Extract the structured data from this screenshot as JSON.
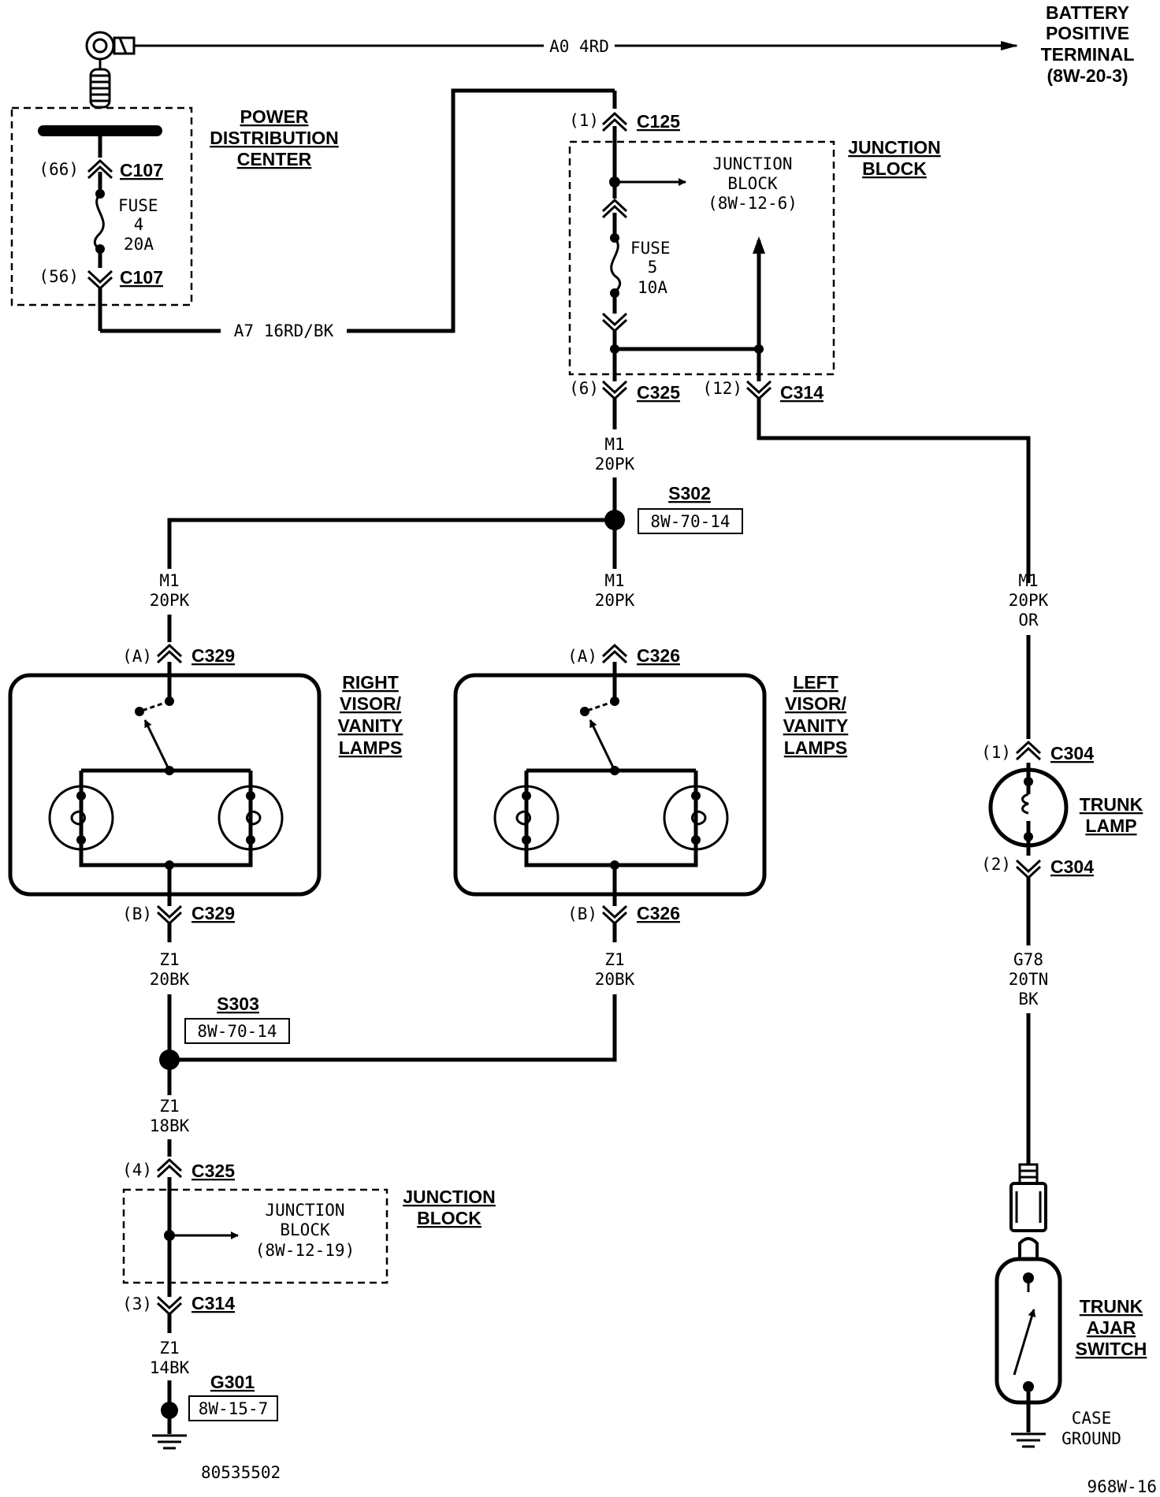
{
  "battery": {
    "l1": "BATTERY",
    "l2": "POSITIVE",
    "l3": "TERMINAL",
    "l4": "(8W-20-3)"
  },
  "wires": {
    "a0": "A0 4RD",
    "a7": "A7 16RD/BK",
    "m1_top_a": "M1",
    "m1_top_b": "20PK",
    "m1_left_a": "M1",
    "m1_left_b": "20PK",
    "m1_mid_a": "M1",
    "m1_mid_b": "20PK",
    "m1_right_a": "M1",
    "m1_right_b": "20PK",
    "m1_right_c": "OR",
    "z1_left_a": "Z1",
    "z1_left_b": "20BK",
    "z1_mid_a": "Z1",
    "z1_mid_b": "20BK",
    "z1_18_a": "Z1",
    "z1_18_b": "18BK",
    "z1_14_a": "Z1",
    "z1_14_b": "14BK",
    "g78_a": "G78",
    "g78_b": "20TN",
    "g78_c": "BK"
  },
  "pdc": {
    "l1": "POWER",
    "l2": "DISTRIBUTION",
    "l3": "CENTER",
    "pin_top": "(66)",
    "conn_top": "C107",
    "fuse_l1": "FUSE",
    "fuse_l2": "4",
    "fuse_l3": "20A",
    "pin_bot": "(56)",
    "conn_bot": "C107"
  },
  "jb_top": {
    "l1": "JUNCTION",
    "l2": "BLOCK",
    "pin_c125": "(1)",
    "conn_c125": "C125",
    "inner_l1": "JUNCTION",
    "inner_l2": "BLOCK",
    "inner_l3": "(8W-12-6)",
    "fuse_l1": "FUSE",
    "fuse_l2": "5",
    "fuse_l3": "10A",
    "pin_c325": "(6)",
    "conn_c325": "C325",
    "pin_c314": "(12)",
    "conn_c314": "C314"
  },
  "s302": {
    "name": "S302",
    "ref": "8W-70-14"
  },
  "right_visor": {
    "l1": "RIGHT",
    "l2": "VISOR/",
    "l3": "VANITY",
    "l4": "LAMPS",
    "pin_a": "(A)",
    "conn_a": "C329",
    "pin_b": "(B)",
    "conn_b": "C329"
  },
  "left_visor": {
    "l1": "LEFT",
    "l2": "VISOR/",
    "l3": "VANITY",
    "l4": "LAMPS",
    "pin_a": "(A)",
    "conn_a": "C326",
    "pin_b": "(B)",
    "conn_b": "C326"
  },
  "trunk_lamp": {
    "l1": "TRUNK",
    "l2": "LAMP",
    "pin_1": "(1)",
    "conn_1": "C304",
    "pin_2": "(2)",
    "conn_2": "C304"
  },
  "s303": {
    "name": "S303",
    "ref": "8W-70-14"
  },
  "jb_bottom": {
    "l1": "JUNCTION",
    "l2": "BLOCK",
    "pin_c325": "(4)",
    "conn_c325": "C325",
    "inner_l1": "JUNCTION",
    "inner_l2": "BLOCK",
    "inner_l3": "(8W-12-19)",
    "pin_c314": "(3)",
    "conn_c314": "C314"
  },
  "g301": {
    "name": "G301",
    "ref": "8W-15-7"
  },
  "trunk_switch": {
    "l1": "TRUNK",
    "l2": "AJAR",
    "l3": "SWITCH",
    "ground_l1": "CASE",
    "ground_l2": "GROUND"
  },
  "footer": {
    "part_number": "80535502",
    "page_code": "968W-16"
  }
}
